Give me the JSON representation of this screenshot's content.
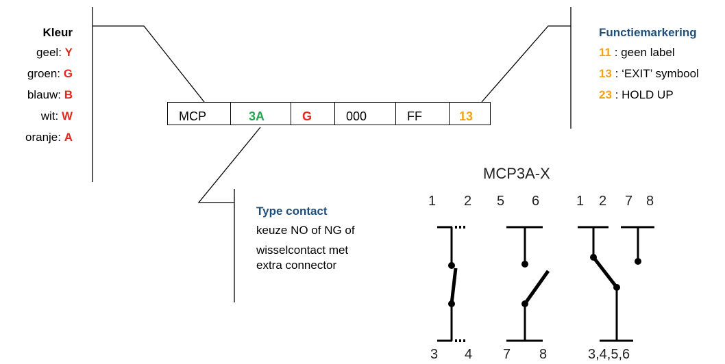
{
  "kleur": {
    "title": "Kleur",
    "items": [
      {
        "label": "geel:",
        "code": "Y"
      },
      {
        "label": "groen:",
        "code": "G"
      },
      {
        "label": "blauw:",
        "code": "B"
      },
      {
        "label": "wit:",
        "code": "W"
      },
      {
        "label": "oranje:",
        "code": "A"
      }
    ]
  },
  "code_boxes": [
    {
      "text": "MCP",
      "color": "#000000"
    },
    {
      "text": "3A",
      "color": "#22a84f"
    },
    {
      "text": "G",
      "color": "#e8261c"
    },
    {
      "text": "000",
      "color": "#000000"
    },
    {
      "text": "FF",
      "color": "#000000"
    },
    {
      "text": "13",
      "color": "#f5a11a"
    }
  ],
  "functiemarkering": {
    "title": "Functiemarkering",
    "items": [
      {
        "code": "11",
        "text": ": geen label"
      },
      {
        "code": "13",
        "text": ": ‘EXIT’ symbool"
      },
      {
        "code": "23",
        "text": ": HOLD UP"
      }
    ]
  },
  "type_contact": {
    "title": "Type contact",
    "lines": [
      "keuze NO of NG of",
      "wisselcontact met",
      "extra connector"
    ]
  },
  "schematic": {
    "title": "MCP3A-X",
    "top_pins": [
      "1",
      "2",
      "5",
      "6",
      "1",
      "2",
      "7",
      "8"
    ],
    "bottom_pins": [
      "3",
      "4",
      "7",
      "8",
      "3,4,5,6"
    ]
  }
}
